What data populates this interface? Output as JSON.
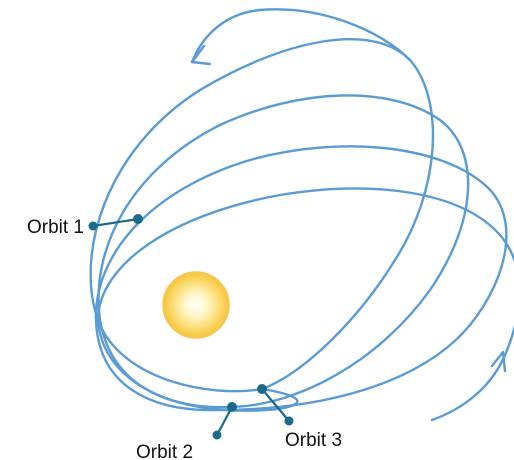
{
  "labels": {
    "orbit_1": "Orbit 1",
    "orbit_2": "Orbit 2",
    "orbit_3": "Orbit 3"
  },
  "colors": {
    "orbit_stroke": "#5a9bd4",
    "marker": "#1a6a8a",
    "sun_core": "#fff6c8",
    "sun_edge": "#f5c43a"
  },
  "icons": {
    "sun": "sun-icon",
    "direction_arrows": "arrowhead-icon"
  }
}
